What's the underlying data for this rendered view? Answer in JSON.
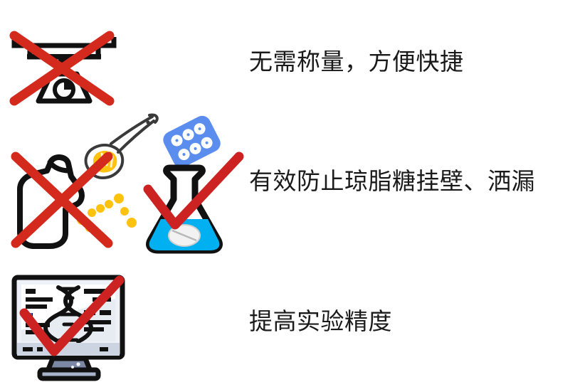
{
  "page": {
    "background_color": "#ffffff",
    "text_color": "#1a1a1a"
  },
  "palette": {
    "cross_red": "#d42a1e",
    "check_red": "#cc2222",
    "outline_black": "#111111",
    "powder_yellow": "#ffc20e",
    "blister_blue": "#5b8def",
    "liquid_blue": "#00b0f0",
    "tablet_white": "#f2f2f2",
    "screen_light": "#eef1f7",
    "stand_blue_grey": "#7a88a5"
  },
  "features": [
    {
      "id": "no-weighing",
      "caption": "无需称量，方便快捷",
      "icons": [
        {
          "name": "balance-scale-icon",
          "marked": "cross",
          "mark_color": "#d42a1e"
        }
      ]
    },
    {
      "id": "no-spill",
      "caption": "有效防止琼脂糖挂壁、洒漏",
      "icons": [
        {
          "name": "powder-bag-icon",
          "marked": "cross",
          "mark_color": "#d42a1e"
        },
        {
          "name": "measuring-spoon-icon",
          "marked": "none",
          "mark_color": ""
        },
        {
          "name": "blister-pack-icon",
          "marked": "none",
          "mark_color": "#5b8def"
        },
        {
          "name": "flask-tablet-icon",
          "marked": "check",
          "mark_color": "#cc2222"
        }
      ]
    },
    {
      "id": "higher-precision",
      "caption": "提高实验精度",
      "icons": [
        {
          "name": "dna-monitor-icon",
          "marked": "check",
          "mark_color": "#cc2222"
        }
      ]
    }
  ]
}
